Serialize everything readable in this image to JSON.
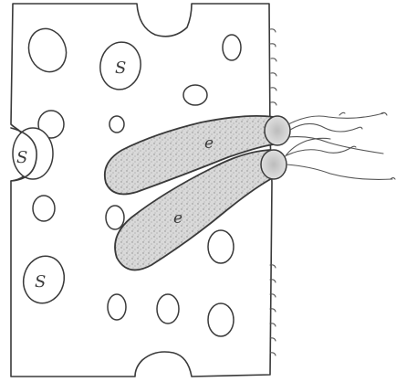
{
  "figure": {
    "labels": {
      "s_top": "S",
      "s_left": "S",
      "s_bottom": "S",
      "e_upper": "e",
      "e_lower": "e"
    },
    "colors": {
      "ink": "#3a3a3a",
      "paper": "#ffffff",
      "stipple": "#9a9a9a"
    }
  }
}
